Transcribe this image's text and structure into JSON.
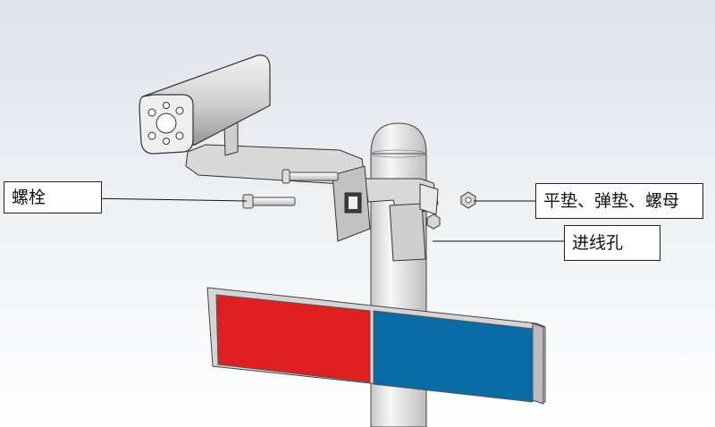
{
  "callouts": {
    "bolt": "螺栓",
    "washer_nut": "平垫、弹垫、螺母",
    "cable_hole": "进线孔"
  },
  "colors": {
    "background_top": "#dfe3ea",
    "background_bottom": "#ffffff",
    "light_red": "#e02020",
    "light_blue": "#0a6aa3",
    "metal": "#e6e6e6",
    "outline": "#333333"
  }
}
